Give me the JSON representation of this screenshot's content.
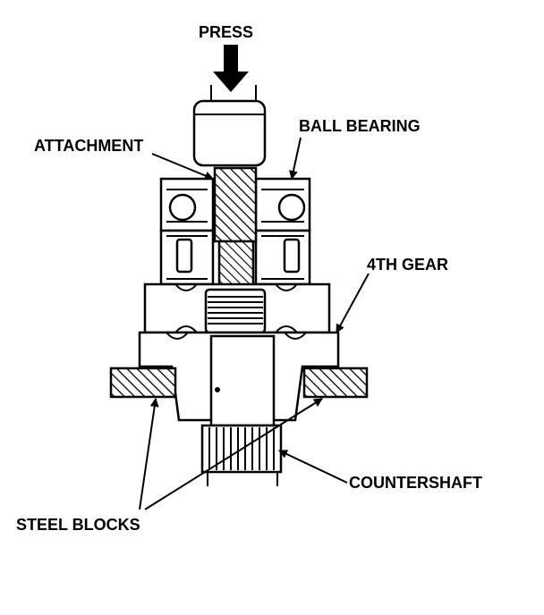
{
  "labels": {
    "press": "PRESS",
    "ball_bearing": "BALL BEARING",
    "attachment": "ATTACHMENT",
    "fourth_gear": "4TH GEAR",
    "countershaft": "COUNTERSHAFT",
    "steel_blocks": "STEEL BLOCKS"
  },
  "colors": {
    "ink": "#000000",
    "paper": "#ffffff"
  }
}
